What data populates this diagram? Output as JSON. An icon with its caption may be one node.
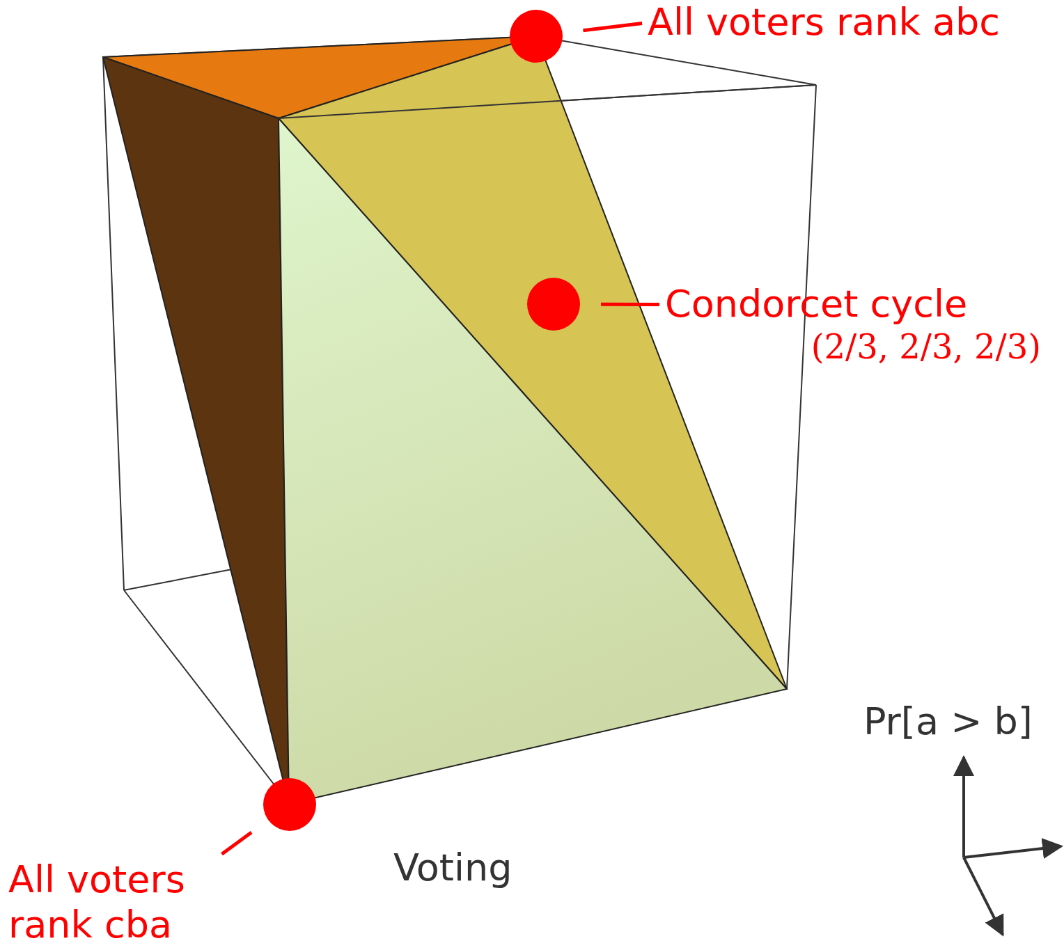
{
  "diagram": {
    "nodes": [
      {
        "text": [
          "All voters rank abc"
        ]
      },
      {
        "text": [],
        "shape": "circle"
      },
      {
        "text": [
          "Condorcet cycle",
          "(2/3, 2/3, 2/3)"
        ]
      },
      {
        "text": [],
        "shape": "circle"
      },
      {
        "text": [
          "All voters rank cba"
        ]
      },
      {
        "text": [],
        "shape": "circle"
      }
    ],
    "edges": [
      {
        "from": 0,
        "to": 1,
        "arrow": "none",
        "color": "#ff0000"
      },
      {
        "from": 2,
        "to": 3,
        "arrow": "none",
        "color": "#ff0000"
      },
      {
        "from": 4,
        "to": 5,
        "arrow": "none",
        "color": "#ff0000"
      }
    ],
    "labels": [
      "Voting",
      "Pr[a > b]"
    ]
  }
}
